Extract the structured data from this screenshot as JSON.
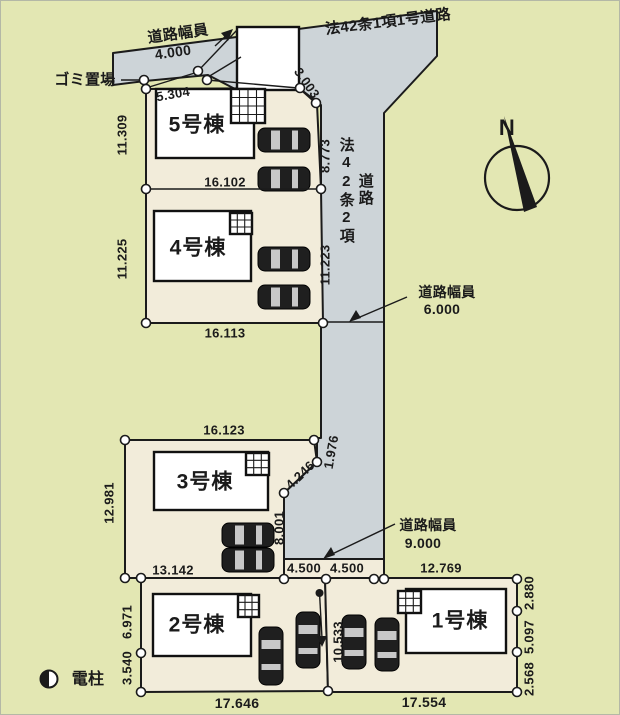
{
  "plan": {
    "north_label": "N",
    "garbage_label": "ゴミ置場",
    "pole_label": "電柱"
  },
  "roads": {
    "top_name": "法42条1項1号道路",
    "east_name_col1": "法42条2項",
    "east_name_col2": "道路",
    "width_caption": "道路幅員",
    "width_value_top": "4.000",
    "width_value_east": "6.000",
    "width_value_south": "9.000"
  },
  "buildings": [
    {
      "label": "5号棟"
    },
    {
      "label": "4号棟"
    },
    {
      "label": "3号棟"
    },
    {
      "label": "2号棟"
    },
    {
      "label": "1号棟"
    }
  ],
  "dims": {
    "d5304": "5.304",
    "d11309": "11.309",
    "d3003": "3.003",
    "d8773": "8.773",
    "d16102": "16.102",
    "d11225": "11.225",
    "d11223": "11.223",
    "d16113": "16.113",
    "d16123": "16.123",
    "d1976": "1.976",
    "d12981": "12.981",
    "d4246": "4.246",
    "d8001": "8.001",
    "d13142": "13.142",
    "d4500a": "4.500",
    "d4500b": "4.500",
    "d12769": "12.769",
    "d2880": "2.880",
    "d6971": "6.971",
    "d10533": "10.533",
    "d5097": "5.097",
    "d2568": "2.568",
    "d3540": "3.540",
    "d17646": "17.646",
    "d17554": "17.554"
  },
  "colors": {
    "background": "#e3e7b3",
    "road": "#cdd4d8",
    "lot": "#f2ecda",
    "building": "#ffffff",
    "line": "#1a1a1a"
  }
}
